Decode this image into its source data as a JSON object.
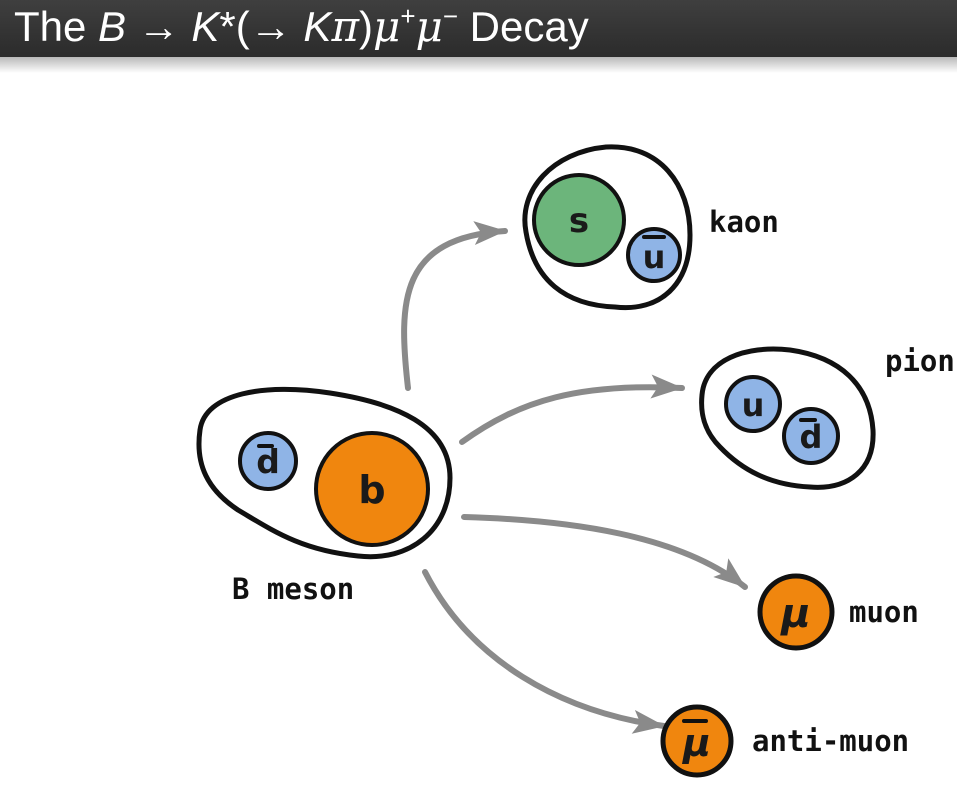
{
  "title": {
    "t1": "The ",
    "t2": "B",
    "t3": " → ",
    "t4": "K",
    "t5": "*(→ ",
    "t6": "K",
    "t7": "π",
    "t8": ")",
    "t9": "μ",
    "t10": "+",
    "t11": "μ",
    "t12": "−",
    "t13": " Decay"
  },
  "particles": {
    "b_meson": {
      "label": "B meson",
      "quark_antidown": "d",
      "quark_bottom": "b"
    },
    "kaon": {
      "label": "kaon",
      "quark_strange": "s",
      "quark_antiup": "u"
    },
    "pion": {
      "label": "pion",
      "quark_up": "u",
      "quark_antidown": "d"
    },
    "muon": {
      "label": "muon",
      "symbol": "μ"
    },
    "anti_muon": {
      "label": "anti-muon",
      "symbol": "μ"
    }
  },
  "colors": {
    "bottom": "#f0860e",
    "strange": "#6cb57b",
    "light_quark": "#8fb4e6",
    "muon": "#f0860e",
    "arrow": "#8a8a8a",
    "outline": "#111111"
  }
}
